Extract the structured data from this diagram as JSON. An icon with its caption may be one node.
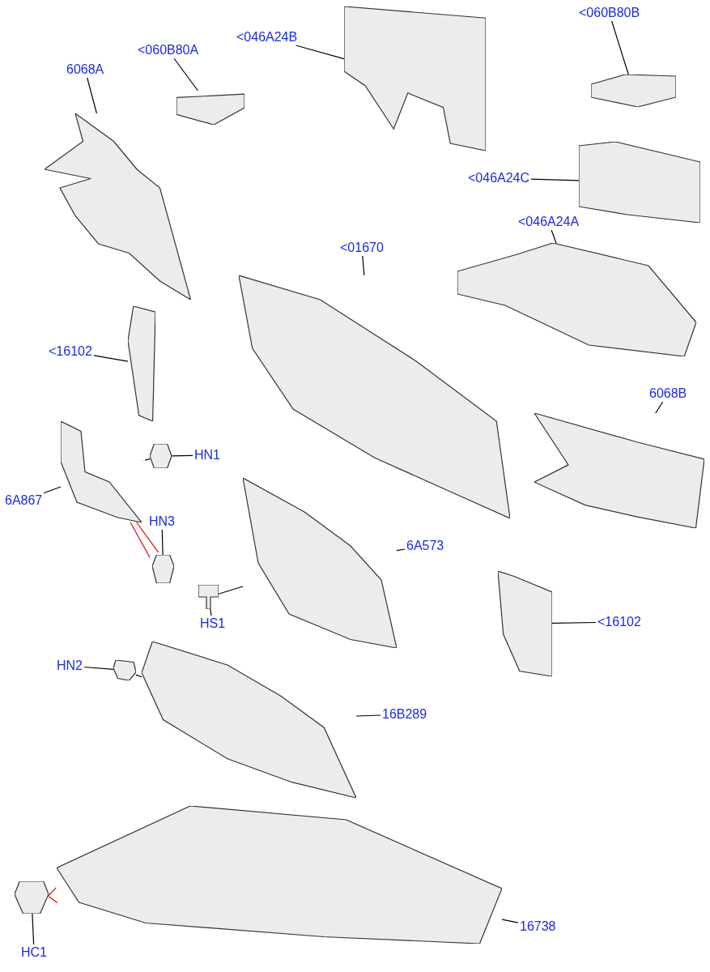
{
  "diagram": {
    "nodes": [
      {
        "text": [
          "<046A24B"
        ]
      },
      {
        "text": [],
        "shape": "picture"
      },
      {
        "text": [
          "<060B80B"
        ]
      },
      {
        "text": [],
        "shape": "picture"
      },
      {
        "text": [
          "<060B80A"
        ]
      },
      {
        "text": [],
        "shape": "picture"
      },
      {
        "text": [
          "6068A"
        ]
      },
      {
        "text": [],
        "shape": "picture"
      },
      {
        "text": [
          "<046A24C"
        ]
      },
      {
        "text": [],
        "shape": "picture"
      },
      {
        "text": [
          "<046A24A"
        ]
      },
      {
        "text": [],
        "shape": "picture"
      },
      {
        "text": [
          "<01670"
        ]
      },
      {
        "text": [],
        "shape": "picture"
      },
      {
        "text": [
          "<16102"
        ]
      },
      {
        "text": [],
        "shape": "picture"
      },
      {
        "text": [
          "6068B"
        ]
      },
      {
        "text": [],
        "shape": "picture"
      },
      {
        "text": [
          "HN1"
        ]
      },
      {
        "text": [],
        "shape": "picture"
      },
      {
        "text": [
          "6A867"
        ]
      },
      {
        "text": [],
        "shape": "picture"
      },
      {
        "text": [
          "HN3"
        ]
      },
      {
        "text": [],
        "shape": "picture"
      },
      {
        "text": [
          "6A573"
        ]
      },
      {
        "text": [],
        "shape": "picture"
      },
      {
        "text": [
          "HS1"
        ]
      },
      {
        "text": [],
        "shape": "picture"
      },
      {
        "text": [
          "<16102"
        ]
      },
      {
        "text": [],
        "shape": "picture"
      },
      {
        "text": [
          "HN2"
        ]
      },
      {
        "text": [],
        "shape": "picture"
      },
      {
        "text": [
          "16B289"
        ]
      },
      {
        "text": [],
        "shape": "picture"
      },
      {
        "text": [
          "16738"
        ]
      },
      {
        "text": [],
        "shape": "picture"
      },
      {
        "text": [
          "HC1"
        ]
      },
      {
        "text": [],
        "shape": "picture"
      }
    ],
    "edges": [
      {
        "from": 0,
        "to": 1,
        "arrow": "none"
      },
      {
        "from": 2,
        "to": 3,
        "arrow": "none"
      },
      {
        "from": 4,
        "to": 5,
        "arrow": "none"
      },
      {
        "from": 6,
        "to": 7,
        "arrow": "none"
      },
      {
        "from": 8,
        "to": 9,
        "arrow": "none"
      },
      {
        "from": 10,
        "to": 11,
        "arrow": "none"
      },
      {
        "from": 12,
        "to": 13,
        "arrow": "none"
      },
      {
        "from": 14,
        "to": 15,
        "arrow": "none"
      },
      {
        "from": 16,
        "to": 17,
        "arrow": "none"
      },
      {
        "from": 18,
        "to": 19,
        "arrow": "none"
      },
      {
        "from": 20,
        "to": 21,
        "arrow": "none"
      },
      {
        "from": 22,
        "to": 23,
        "arrow": "none"
      },
      {
        "from": 24,
        "to": 25,
        "arrow": "none"
      },
      {
        "from": 26,
        "to": 27,
        "arrow": "none"
      },
      {
        "from": 28,
        "to": 29,
        "arrow": "none"
      },
      {
        "from": 30,
        "to": 31,
        "arrow": "none"
      },
      {
        "from": 32,
        "to": 33,
        "arrow": "none"
      },
      {
        "from": 34,
        "to": 35,
        "arrow": "none"
      },
      {
        "from": 36,
        "to": 37,
        "arrow": "none"
      },
      {
        "from": 19,
        "to": 21,
        "arrow": "none",
        "style": "dashed"
      },
      {
        "from": 21,
        "to": 23,
        "arrow": "none",
        "color": "#e00000"
      },
      {
        "from": 21,
        "to": 23,
        "arrow": "none",
        "color": "#e00000"
      },
      {
        "from": 27,
        "to": 25,
        "arrow": "none"
      },
      {
        "from": 31,
        "to": 33,
        "arrow": "none"
      },
      {
        "from": 37,
        "to": 35,
        "arrow": "none",
        "color": "#e00000"
      },
      {
        "from": 37,
        "to": 35,
        "arrow": "none",
        "color": "#e00000"
      }
    ]
  }
}
